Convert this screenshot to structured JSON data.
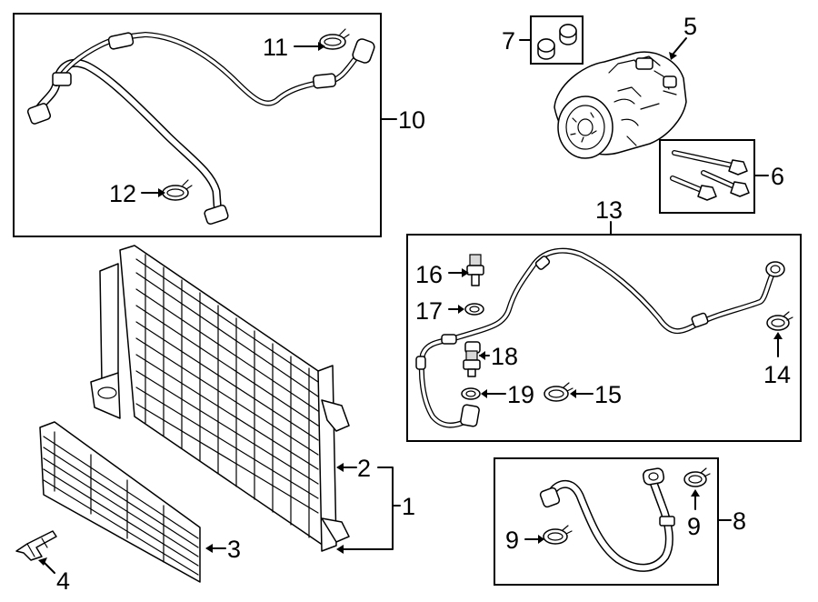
{
  "callouts": {
    "c1": "1",
    "c2": "2",
    "c3": "3",
    "c4": "4",
    "c5": "5",
    "c6": "6",
    "c7": "7",
    "c8": "8",
    "c9a": "9",
    "c9b": "9",
    "c10": "10",
    "c11": "11",
    "c12": "12",
    "c13": "13",
    "c14": "14",
    "c15": "15",
    "c16": "16",
    "c17": "17",
    "c18": "18",
    "c19": "19"
  },
  "colors": {
    "line": "#000000",
    "background": "#ffffff",
    "fill_light": "#d9d9d9"
  }
}
